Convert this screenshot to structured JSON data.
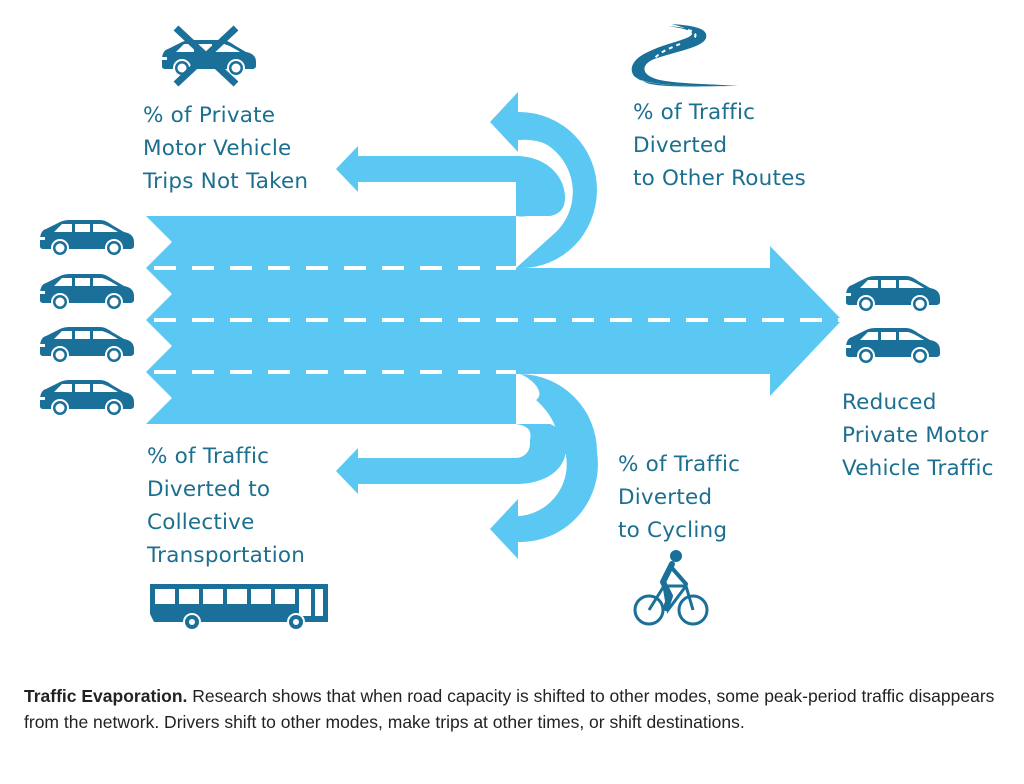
{
  "colors": {
    "flow": "#5bc8f3",
    "icon": "#1a7099",
    "text": "#1c6f8f",
    "lane_marking": "#ffffff",
    "caption_text": "#222222"
  },
  "labels": {
    "trips_not_taken": [
      "% of Private",
      "Motor Vehicle",
      "Trips Not Taken"
    ],
    "other_routes": [
      "% of Traffic",
      "Diverted",
      "to Other Routes"
    ],
    "collective": [
      "% of Traffic",
      "Diverted to",
      "Collective",
      "Transportation"
    ],
    "cycling": [
      "% of Traffic",
      "Diverted",
      "to Cycling"
    ],
    "reduced": [
      "Reduced",
      "Private Motor",
      "Vehicle Traffic"
    ]
  },
  "icons": {
    "input_cars": [
      "car-icon",
      "car-icon",
      "car-icon",
      "car-icon"
    ],
    "output_cars": [
      "car-icon",
      "car-icon"
    ],
    "crossed_car": "crossed-out-car-icon",
    "winding_road": "winding-road-icon",
    "bus": "bus-icon",
    "cyclist": "cyclist-icon"
  },
  "caption": {
    "title": "Traffic Evaporation.",
    "body": " Research shows that when road capacity is shifted to other modes, some peak-period traffic disappears from the network. Drivers shift to other modes, make trips at other times, or shift destinations."
  }
}
